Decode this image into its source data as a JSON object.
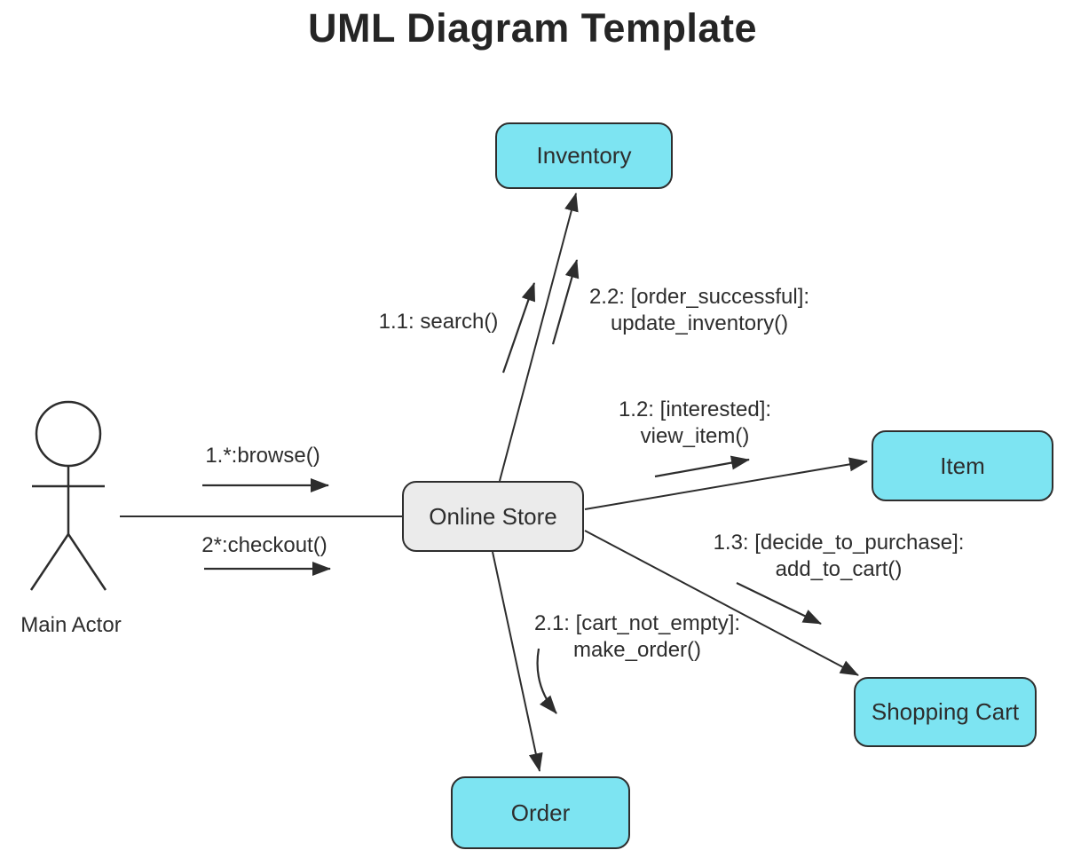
{
  "title": "UML Diagram Template",
  "colors": {
    "node_fill_cyan": "#7de4f2",
    "node_fill_gray": "#ebebeb",
    "stroke": "#2d2d2d",
    "text": "#2d2d2d",
    "background": "#ffffff"
  },
  "actor": {
    "label": "Main Actor"
  },
  "nodes": {
    "online_store": {
      "label": "Online Store"
    },
    "inventory": {
      "label": "Inventory"
    },
    "item": {
      "label": "Item"
    },
    "shopping_cart": {
      "label": "Shopping Cart"
    },
    "order": {
      "label": "Order"
    }
  },
  "messages": {
    "browse": {
      "label": "1.*:browse()"
    },
    "checkout": {
      "label": "2*:checkout()"
    },
    "search": {
      "label": "1.1: search()"
    },
    "update_inventory": {
      "line1": "2.2: [order_successful]:",
      "line2": "update_inventory()"
    },
    "view_item": {
      "line1": "1.2: [interested]:",
      "line2": "view_item()"
    },
    "add_to_cart": {
      "line1": "1.3: [decide_to_purchase]:",
      "line2": "add_to_cart()"
    },
    "make_order": {
      "line1": "2.1: [cart_not_empty]:",
      "line2": "make_order()"
    }
  }
}
